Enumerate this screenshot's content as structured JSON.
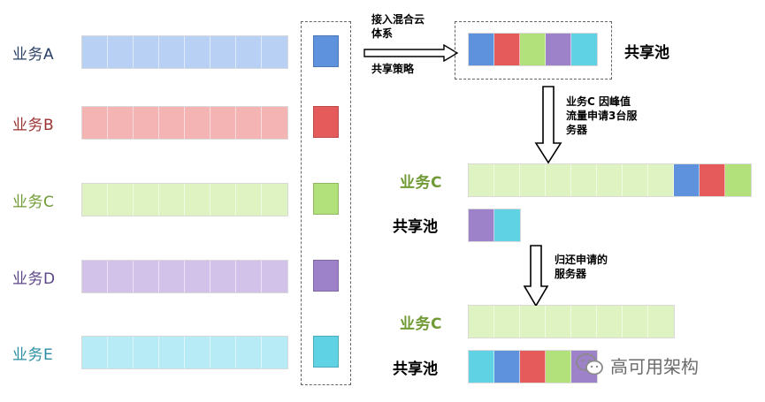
{
  "colors": {
    "blue": "#5f92dc",
    "red": "#e55b5b",
    "green": "#b2e07a",
    "purple": "#9e82c9",
    "cyan": "#5fd2e4",
    "blue_light": "#b8d0f4",
    "red_light": "#f5b4b4",
    "green_light": "#dff3c2",
    "purple_light": "#d2c2ea",
    "cyan_light": "#b7ecf6"
  },
  "businesses": [
    {
      "label": "业务A",
      "color": "#2a3f64",
      "cell": "#b8d0f4",
      "unit": "#5f92dc"
    },
    {
      "label": "业务B",
      "color": "#9a3232",
      "cell": "#f5b4b4",
      "unit": "#e55b5b"
    },
    {
      "label": "业务C",
      "color": "#6f9a34",
      "cell": "#dff3c2",
      "unit": "#b2e07a"
    },
    {
      "label": "业务D",
      "color": "#5b4688",
      "cell": "#d2c2ea",
      "unit": "#9e82c9"
    },
    {
      "label": "业务E",
      "color": "#2b8ea2",
      "cell": "#b7ecf6",
      "unit": "#5fd2e4"
    }
  ],
  "arrow1_top": "接入混合云",
  "arrow1_top2": "体系",
  "arrow1_bottom": "共享策略",
  "pool_label": "共享池",
  "step1_note": [
    "业务C 因峰值",
    "流量申请3台服",
    "务器"
  ],
  "stage2_biz": "业务C",
  "stage2_pool": "共享池",
  "step2_note": [
    "归还申请的",
    "服务器"
  ],
  "stage3_biz": "业务C",
  "stage3_pool": "共享池",
  "watermark": "高可用架构",
  "watermark_icon": "wechat-icon"
}
